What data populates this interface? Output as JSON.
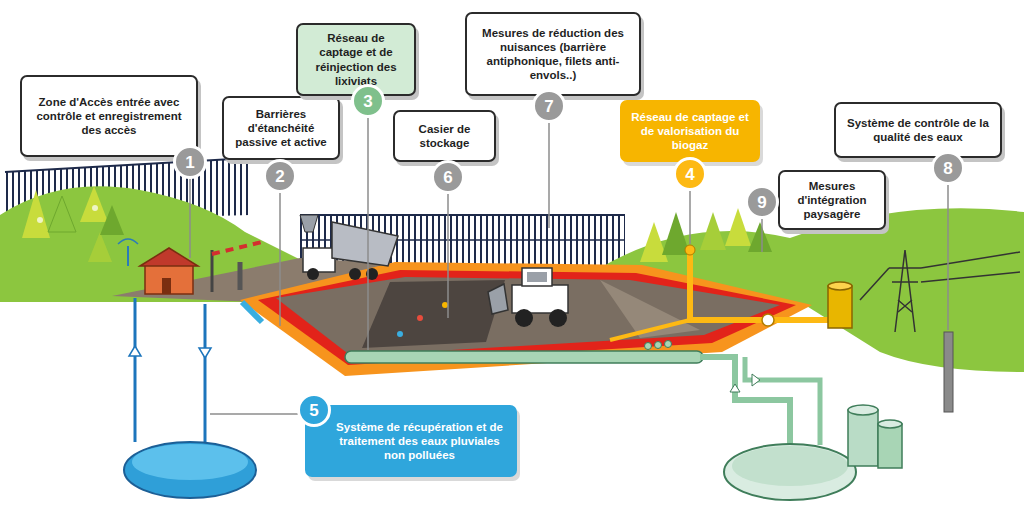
{
  "diagram": {
    "nodes": [
      {
        "text": [
          "Zone d'Accès entrée avec contrôle et enregistrement des accès"
        ]
      },
      {
        "text": [
          "Barrières d'étanchéité passive et active"
        ]
      },
      {
        "text": [
          "Réseau de captage et de réinjection des lixiviats"
        ]
      },
      {
        "text": [
          "Casier de stockage"
        ]
      },
      {
        "text": [
          "Mesures de réduction des nuisances (barrière antiphonique, filets anti-envols..)"
        ]
      },
      {
        "text": [
          "Réseau de captage et de valorisation du biogaz"
        ]
      },
      {
        "text": [
          "Mesures d'intégration paysagère"
        ]
      },
      {
        "text": [
          "Système de contrôle de la qualité des eaux"
        ]
      },
      {
        "text": [
          "Système de récupération et de traitement des eaux pluviales non polluées"
        ]
      }
    ],
    "labels": [
      "1",
      "2",
      "3",
      "6",
      "7",
      "4",
      "9",
      "8",
      "5"
    ]
  }
}
